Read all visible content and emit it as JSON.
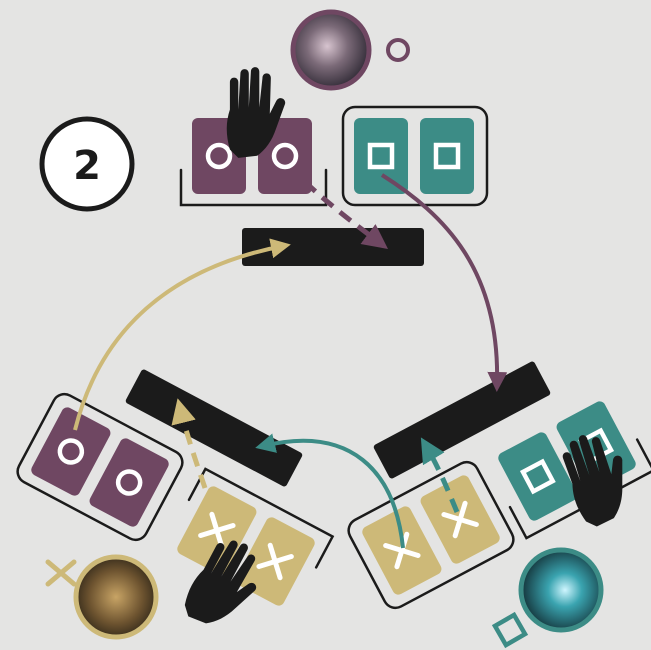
{
  "round": {
    "number": "2"
  },
  "colors": {
    "background": "#e4e4e3",
    "purple": "#6f4762",
    "teal": "#3c8c86",
    "gold": "#cdb978",
    "dark": "#1b1b1b",
    "arrow_purple": "#6f4762",
    "arrow_teal": "#3c8c86",
    "arrow_gold": "#cdb978"
  },
  "players": [
    {
      "id": "circle",
      "symbol": "circle",
      "card_color": "purple",
      "portrait": "hooded-figure-portrait"
    },
    {
      "id": "square",
      "symbol": "square",
      "card_color": "teal",
      "portrait": "glowing-creature-portrait"
    },
    {
      "id": "cross",
      "symbol": "cross",
      "card_color": "gold",
      "portrait": "armored-creature-portrait"
    }
  ],
  "icons": {
    "hand": "black-hand-icon",
    "discard": "black-bar",
    "pass_arrow": "curved-arrow",
    "play_arrow": "dashed-arrow"
  }
}
